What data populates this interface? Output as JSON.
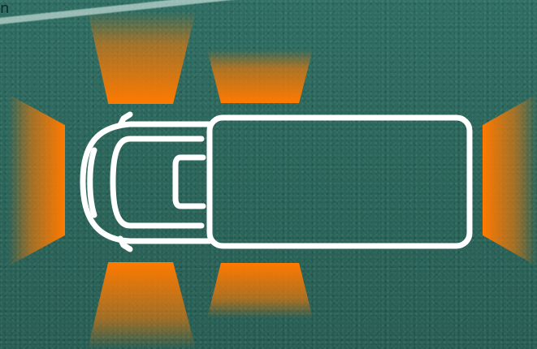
{
  "screen": {
    "corner_text": "n"
  },
  "colors": {
    "road_background": "#2b665b",
    "sensor_zone": "#ff7a00",
    "vehicle_outline": "#ffffff",
    "lane_marking": "#d2e8e2"
  },
  "icons": {
    "vehicle": "van-top-view-icon"
  },
  "parking_sensors": {
    "zones": [
      "front-left",
      "front-right",
      "rear-left",
      "rear-right",
      "front",
      "rear"
    ],
    "state": "active"
  }
}
